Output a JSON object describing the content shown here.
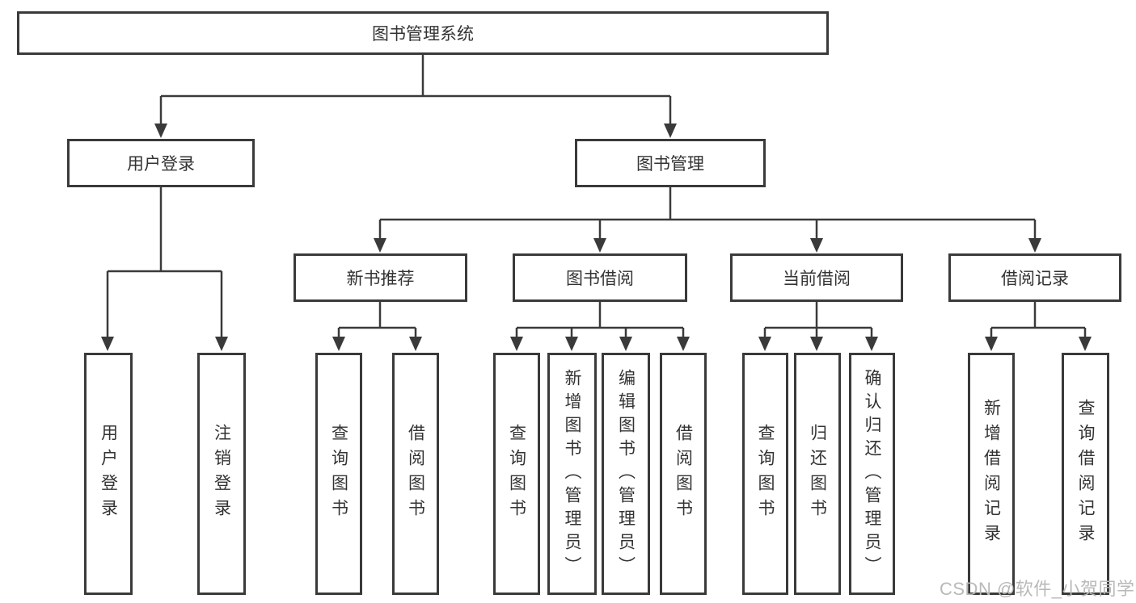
{
  "diagram": {
    "type": "hierarchy-flowchart",
    "colors": {
      "line": "#3a3a3a",
      "border": "#3a3a3a",
      "text": "#333333",
      "background": "#ffffff",
      "watermark": "#b9b9b9"
    }
  },
  "hierarchy": {
    "label": "图书管理系统",
    "children": [
      {
        "label": "用户登录",
        "children": [
          {
            "label": "用户登录"
          },
          {
            "label": "注销登录"
          }
        ]
      },
      {
        "label": "图书管理",
        "children": [
          {
            "label": "新书推荐",
            "children": [
              {
                "label": "查询图书"
              },
              {
                "label": "借阅图书"
              }
            ]
          },
          {
            "label": "图书借阅",
            "children": [
              {
                "label": "查询图书"
              },
              {
                "label": "新增图书（管理员）"
              },
              {
                "label": "编辑图书（管理员）"
              },
              {
                "label": "借阅图书"
              }
            ]
          },
          {
            "label": "当前借阅",
            "children": [
              {
                "label": "查询图书"
              },
              {
                "label": "归还图书"
              },
              {
                "label": "确认归还（管理员）"
              }
            ]
          },
          {
            "label": "借阅记录",
            "children": [
              {
                "label": "新增借阅记录"
              },
              {
                "label": "查询借阅记录"
              }
            ]
          }
        ]
      }
    ]
  },
  "watermark": {
    "text": "CSDN @软件_小贺同学"
  }
}
